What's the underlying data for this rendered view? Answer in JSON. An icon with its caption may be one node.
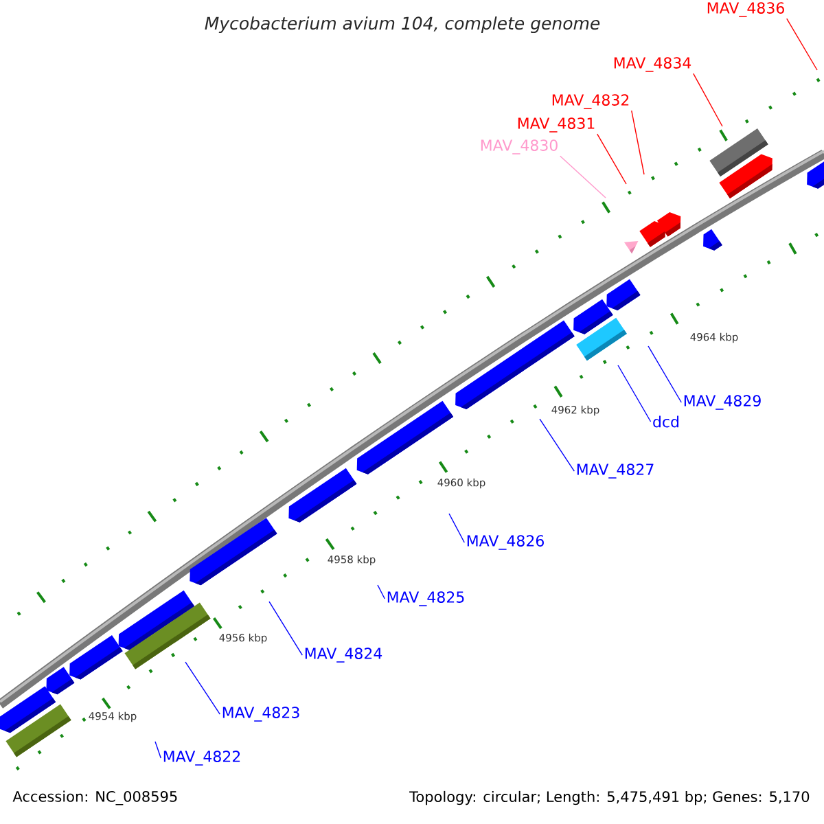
{
  "diagram": {
    "title": "Mycobacterium avium 104, complete genome",
    "nodes": [
      {
        "text": [
          "MAV_4822"
        ]
      },
      {
        "text": [
          "MAV_4823"
        ]
      },
      {
        "text": [
          "MAV_4824"
        ]
      },
      {
        "text": [
          "MAV_4825"
        ]
      },
      {
        "text": [
          "MAV_4826"
        ]
      },
      {
        "text": [
          "MAV_4827"
        ]
      },
      {
        "text": [
          "dcd"
        ]
      },
      {
        "text": [
          "MAV_4829"
        ]
      },
      {
        "text": [
          "MAV_4830"
        ]
      },
      {
        "text": [
          "MAV_4831"
        ]
      },
      {
        "text": [
          "MAV_4832"
        ]
      },
      {
        "text": [
          "MAV_4834"
        ]
      },
      {
        "text": [
          "MAV_4836"
        ]
      }
    ],
    "edges": [
      {
        "from": 0,
        "to": null,
        "arrow": "none"
      },
      {
        "from": 1,
        "to": null,
        "arrow": "none"
      },
      {
        "from": 2,
        "to": null,
        "arrow": "none"
      },
      {
        "from": 3,
        "to": null,
        "arrow": "none"
      },
      {
        "from": 4,
        "to": null,
        "arrow": "none"
      },
      {
        "from": 5,
        "to": null,
        "arrow": "none"
      },
      {
        "from": 6,
        "to": null,
        "arrow": "none"
      },
      {
        "from": 7,
        "to": null,
        "arrow": "none"
      },
      {
        "from": 8,
        "to": null,
        "arrow": "none",
        "color": "#ff99cc"
      },
      {
        "from": 9,
        "to": null,
        "arrow": "none",
        "color": "#ff0000"
      },
      {
        "from": 10,
        "to": null,
        "arrow": "none",
        "color": "#ff0000"
      },
      {
        "from": 11,
        "to": null,
        "arrow": "none",
        "color": "#ff0000"
      },
      {
        "from": 12,
        "to": null,
        "arrow": "none",
        "color": "#ff0000"
      }
    ],
    "labels": [
      "4964 kbp",
      "4962 kbp",
      "4960 kbp",
      "4958 kbp",
      "4956 kbp",
      "4954 kbp",
      "Accession: NC_008595",
      "Topology: circular; Length: 5,475,491 bp; Genes: 5,170"
    ]
  }
}
